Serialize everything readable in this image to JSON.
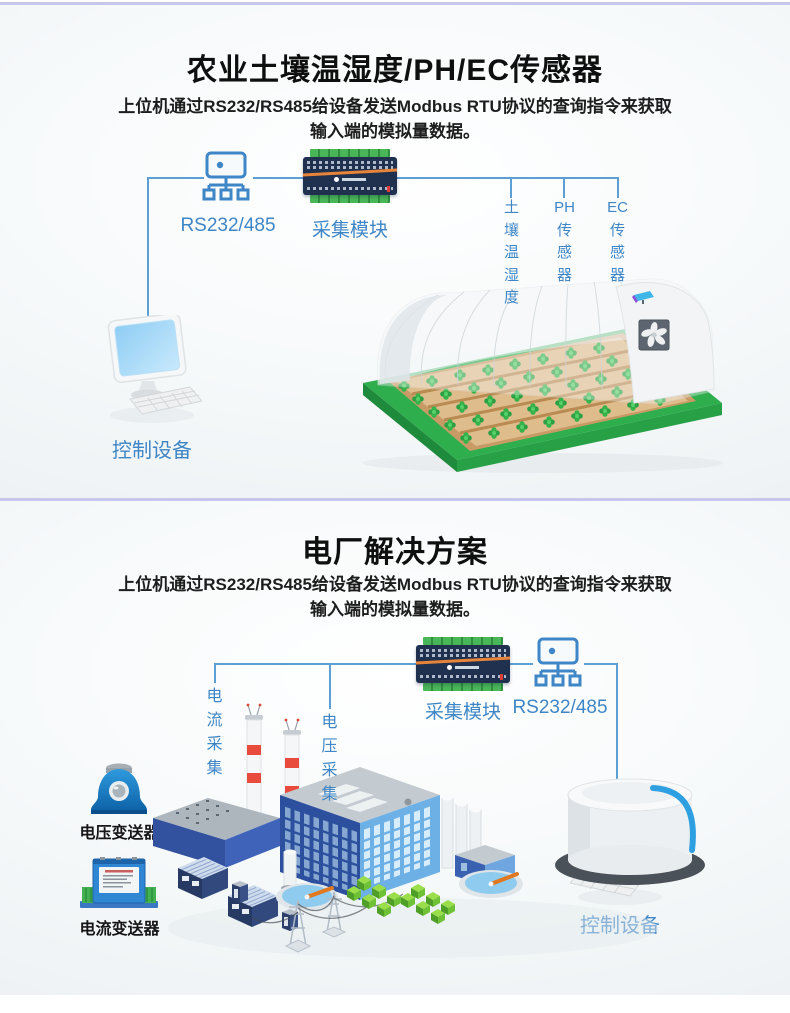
{
  "theme": {
    "accent_blue": "#3e86c6",
    "line_blue": "#5b9fd4",
    "divider_lavender": "#c7c7ee",
    "title_color": "#0f0f0f"
  },
  "sections": [
    {
      "title": "农业土壤温湿度/PH/EC传感器",
      "description": "上位机通过RS232/RS485给设备发送Modbus RTU协议的查询指令来获取\n输入端的模拟量数据。",
      "labels": {
        "rs232": "RS232/485",
        "module": "采集模块",
        "control": "控制设备",
        "soil": "土壤温湿度",
        "ph": "PH传感器",
        "ec": "EC传感器"
      }
    },
    {
      "title": "电厂解决方案",
      "description": "上位机通过RS232/RS485给设备发送Modbus RTU协议的查询指令来获取\n输入端的模拟量数据。",
      "labels": {
        "current_collect": "电流采集",
        "voltage_collect": "电压采集",
        "module": "采集模块",
        "rs232": "RS232/485",
        "control": "控制设备",
        "voltage_transmitter": "电压变送器",
        "current_transmitter": "电流变送器"
      }
    }
  ]
}
